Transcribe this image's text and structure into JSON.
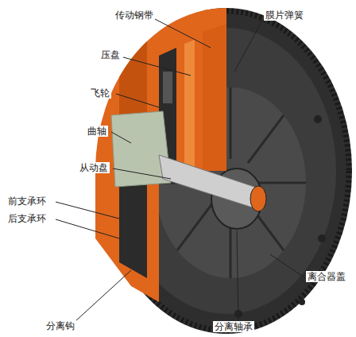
{
  "diagram": {
    "labels": [
      "传动钢带",
      "膜片弹簧",
      "压盘",
      "飞轮",
      "曲轴",
      "从动盘",
      "前支承环",
      "后支承环",
      "离合器盖",
      "分离钩",
      "分离轴承"
    ]
  }
}
